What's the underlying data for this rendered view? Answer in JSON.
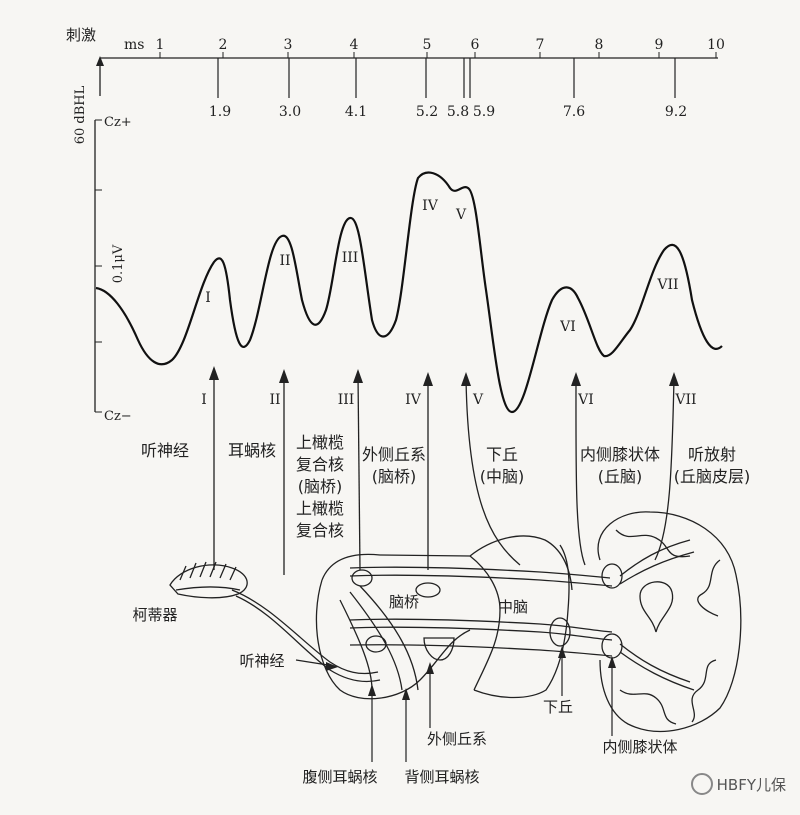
{
  "top_axis": {
    "stim_label": "刺激",
    "unit": "ms",
    "ticks": [
      "1",
      "2",
      "3",
      "4",
      "5",
      "6",
      "7",
      "8",
      "9",
      "10"
    ],
    "intensity": "60 dBHL"
  },
  "latency_labels": [
    "1.9",
    "3.0",
    "4.1",
    "5.2",
    "5.8",
    "5.9",
    "7.6",
    "9.2"
  ],
  "amplitude": {
    "top": "Cz+",
    "bottom": "Cz−",
    "scale": "0.1μV"
  },
  "waves": [
    "I",
    "II",
    "III",
    "IV",
    "V",
    "VI",
    "VII"
  ],
  "generators": {
    "w1": "听神经",
    "w2": "耳蜗核",
    "w3a": "上橄榄",
    "w3b": "复合核",
    "w3c": "(脑桥)",
    "w3d": "上橄榄",
    "w3e": "复合核",
    "w4a": "外侧丘系",
    "w4b": "(脑桥)",
    "w5a": "下丘",
    "w5b": "(中脑)",
    "w6a": "内侧膝状体",
    "w6b": "(丘脑)",
    "w7a": "听放射",
    "w7b": "(丘脑皮层)"
  },
  "anatomy": {
    "cochlea": "柯蒂器",
    "nerve": "听神经",
    "pons": "脑桥",
    "midbrain": "中脑",
    "ic": "下丘",
    "ll": "外侧丘系",
    "vcn": "腹侧耳蜗核",
    "dcn": "背侧耳蜗核",
    "mgb": "内侧膝状体"
  },
  "watermark": "HBFY儿保"
}
